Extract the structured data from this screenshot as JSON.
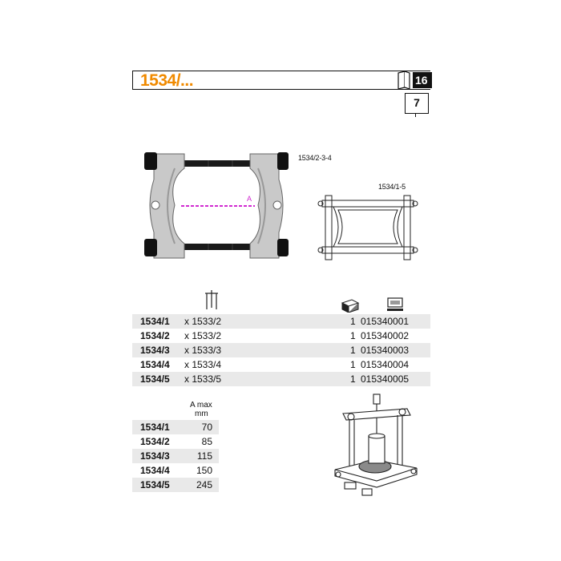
{
  "header": {
    "title": "1534/...",
    "page_badge": "16",
    "page_number": "7"
  },
  "images": {
    "photo_label": "1534/2-3-4",
    "photo_dim_label": "A",
    "drawing_label": "1534/1-5"
  },
  "colors": {
    "title": "#f08a00",
    "dimension_line": "#d12ad1",
    "row_shade": "#e9e9e9"
  },
  "icons": {
    "column_icon_1": "tool-icon",
    "column_icon_2": "package-icon",
    "column_icon_3": "computer-icon"
  },
  "table1": {
    "rows": [
      {
        "code": "1534/1",
        "spec": "x 1533/2",
        "qty": "1",
        "article": "015340001"
      },
      {
        "code": "1534/2",
        "spec": "x 1533/2",
        "qty": "1",
        "article": "015340002"
      },
      {
        "code": "1534/3",
        "spec": "x 1533/3",
        "qty": "1",
        "article": "015340003"
      },
      {
        "code": "1534/4",
        "spec": "x 1533/4",
        "qty": "1",
        "article": "015340004"
      },
      {
        "code": "1534/5",
        "spec": "x 1533/5",
        "qty": "1",
        "article": "015340005"
      }
    ]
  },
  "table2": {
    "header_line1": "A max",
    "header_line2": "mm",
    "rows": [
      {
        "code": "1534/1",
        "value": "70"
      },
      {
        "code": "1534/2",
        "value": "85"
      },
      {
        "code": "1534/3",
        "value": "115"
      },
      {
        "code": "1534/4",
        "value": "150"
      },
      {
        "code": "1534/5",
        "value": "245"
      }
    ]
  }
}
